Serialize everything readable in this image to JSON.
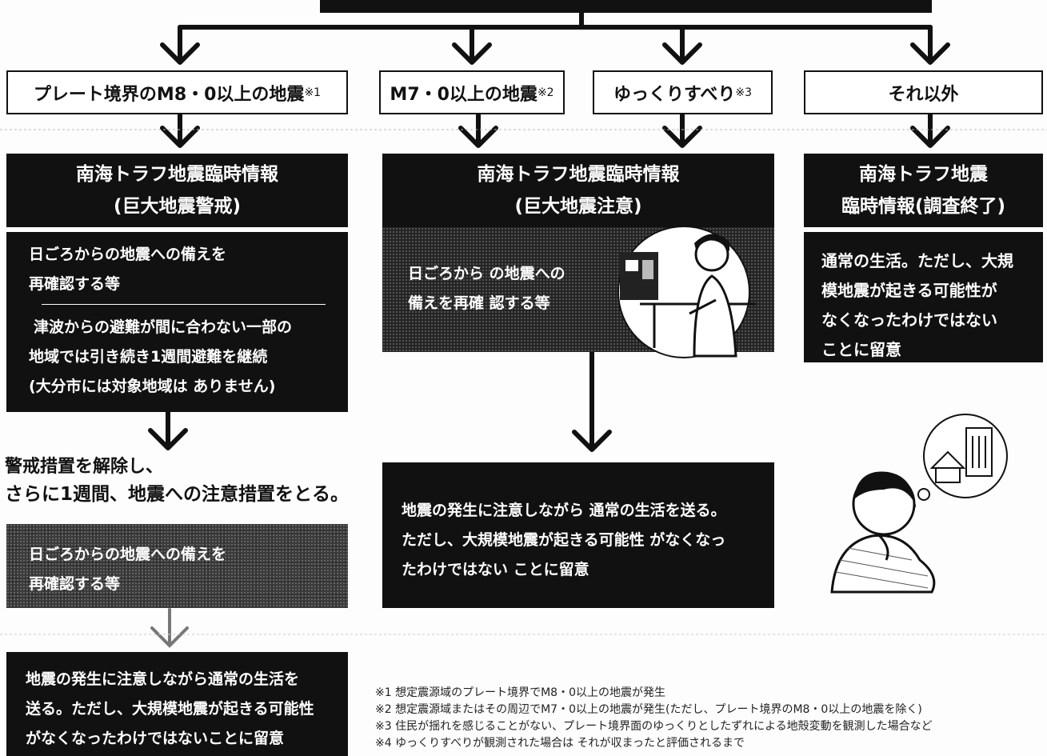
{
  "categories": {
    "plate": {
      "label": "プレート境界のM8・0以上の地震",
      "mark": "※1"
    },
    "m7": {
      "label": "M7・0以上の地震",
      "mark": "※2"
    },
    "slip": {
      "label": "ゆっくりすべり",
      "mark": "※3"
    },
    "other": {
      "label": "それ以外"
    }
  },
  "headers": {
    "alert": {
      "line1": "南海トラフ地震臨時情報",
      "line2": "(巨大地震警戒)"
    },
    "caution": {
      "line1": "南海トラフ地震臨時情報",
      "line2": "(巨大地震注意)"
    },
    "ended": {
      "line1": "南海トラフ地震",
      "line2": "臨時情報(調査終了)"
    }
  },
  "alert_box": {
    "line1": "日ごろからの地震への備えを",
    "line2": "再確認する等",
    "line3": "津波からの避難が間に合わない一部の",
    "line4": "地域では引き続き1週間避難を継続",
    "line5": "(大分市には対象地域は ありません)"
  },
  "release": {
    "line1": "警戒措置を解除し、",
    "line2": "さらに1週間、地震への注意措置をとる。"
  },
  "prepare_box": {
    "line1": "日ごろからの地震への備えを",
    "line2": "再確認する等"
  },
  "final_left": {
    "line1": "地震の発生に注意しながら通常の生活を",
    "line2": "送る。ただし、大規模地震が起きる可能性",
    "line3": "がなくなったわけではないことに留意"
  },
  "caution_box": {
    "line1": "日ごろから の地震への",
    "line2": "備えを再確 認する等"
  },
  "caution_final": {
    "line1": "地震の発生に注意しながら 通常の生活を送る。",
    "line2": "ただし、大規模地震が起きる可能性 がなくなっ",
    "line3": "たわけではない ことに留意"
  },
  "ended_box": {
    "line1": "通常の生活。ただし、大規",
    "line2": "模地震が起きる可能性が",
    "line3": "なくなったわけではない",
    "line4": "ことに留意"
  },
  "notes": {
    "n1": "※1 想定震源域のプレート境界でM8・0以上の地震が発生",
    "n2": "※2 想定震源域またはその周辺でM7・0以上の地震が発生(ただし、プレート境界のM8・0以上の地震を除く)",
    "n3": "※3 住民が揺れを感じることがない、プレート境界面のゆっくりとしたずれによる地殻変動を観測した場合など",
    "n4": "※4 ゆっくりすべりが観測された場合は それが収まったと評価されるまで"
  },
  "colors": {
    "black": "#111111",
    "textured": "#3a3a3a"
  }
}
